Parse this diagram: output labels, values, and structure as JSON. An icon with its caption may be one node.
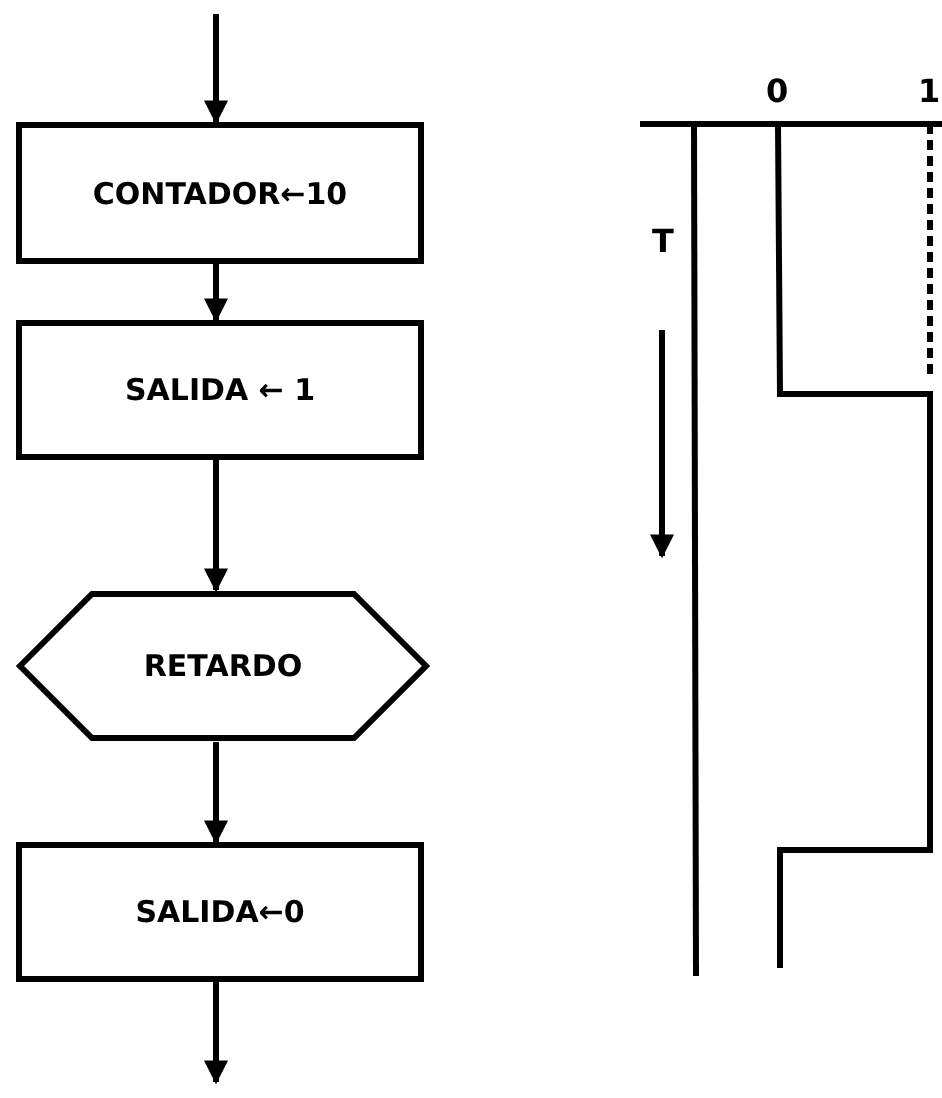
{
  "diagram": {
    "nodes": [
      {
        "text": [
          "CONTADOR←10"
        ]
      },
      {
        "text": [
          "SALIDA ← 1"
        ]
      },
      {
        "text": [
          "RETARDO"
        ]
      },
      {
        "text": [
          "SALIDA←0"
        ]
      }
    ],
    "edges": [
      {
        "from": null,
        "to": 0,
        "arrow": "to"
      },
      {
        "from": 0,
        "to": 1,
        "arrow": "to"
      },
      {
        "from": 1,
        "to": 2,
        "arrow": "to"
      },
      {
        "from": 2,
        "to": 3,
        "arrow": "to"
      },
      {
        "from": 3,
        "to": null,
        "arrow": "to"
      }
    ],
    "labels": [
      "0",
      "1",
      "T"
    ]
  }
}
